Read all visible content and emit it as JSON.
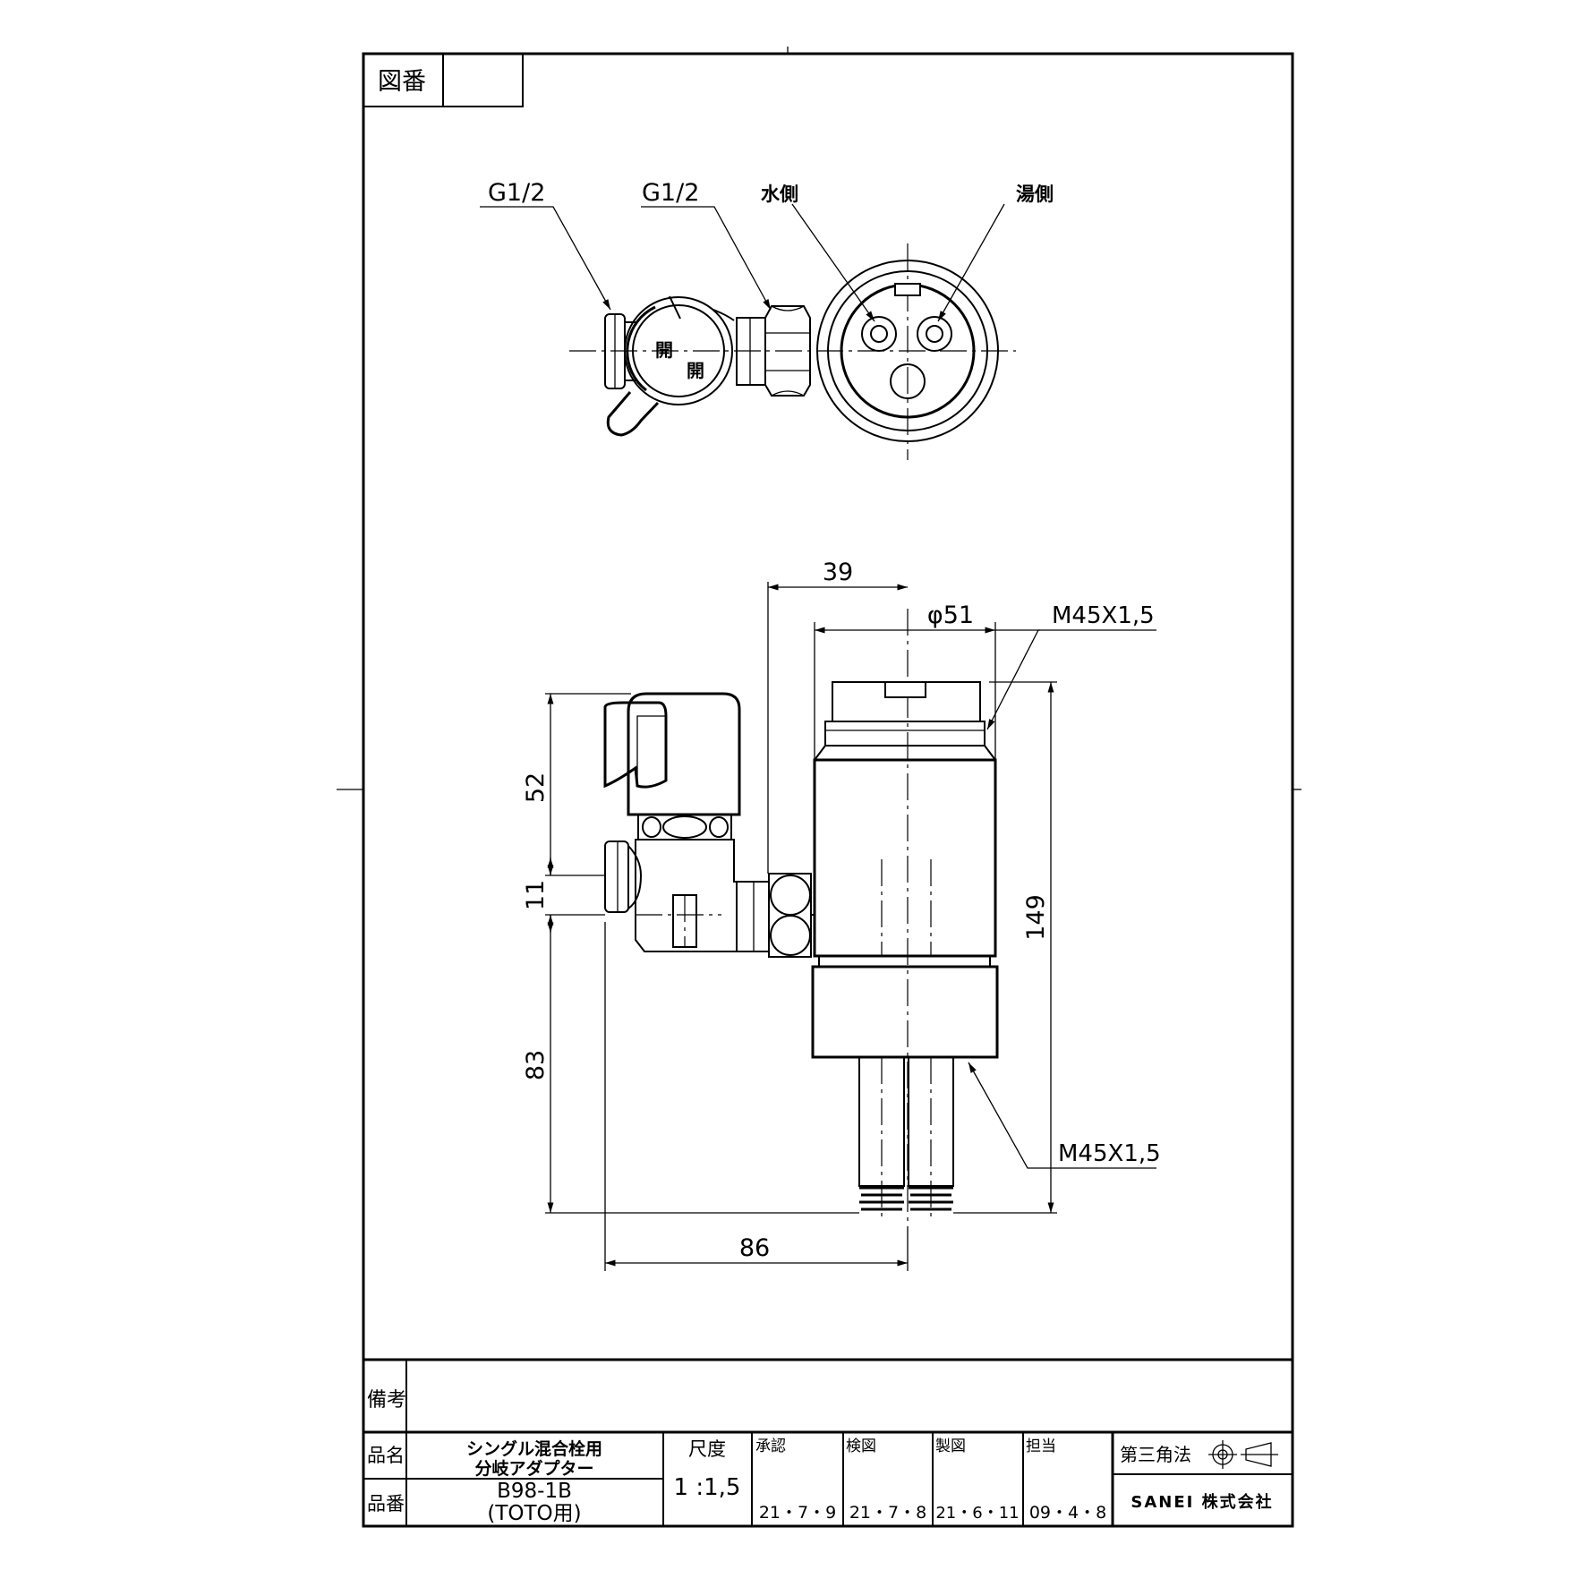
{
  "title_block": {
    "drawing_no_label": "図番",
    "drawing_no_value": "",
    "remarks_label": "備考",
    "remarks_value": "",
    "name_label": "品名",
    "name_line1": "シングル混合栓用",
    "name_line2": "分岐アダプター",
    "number_label": "品番",
    "number_line1": "B98-1B",
    "number_line2": "(TOTO用)",
    "scale_label": "尺度",
    "scale_value": "1 :1,5",
    "approval_label": "承認",
    "approval_date": "21・7・9",
    "check_label": "検図",
    "check_date": "21・7・8",
    "drafting_label": "製図",
    "drafting_date": "21・6・11",
    "charge_label": "担当",
    "charge_date": "09・4・8",
    "projection_label": "第三角法",
    "company": "SANEI 株式会社"
  },
  "top_view_labels": {
    "g_left": "G1/2",
    "g_right": "G1/2",
    "water_side": "水側",
    "hot_side": "湯側",
    "valve_open_a": "開",
    "valve_open_b": "開"
  },
  "dimensions": {
    "d39": "39",
    "d51": "φ51",
    "m45_top": "M45X1,5",
    "m45_bottom": "M45X1,5",
    "d52": "52",
    "d11": "11",
    "d83": "83",
    "d149": "149",
    "d86": "86"
  }
}
